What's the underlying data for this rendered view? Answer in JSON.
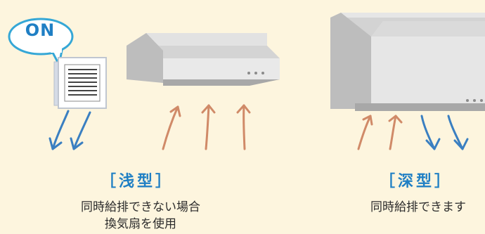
{
  "shallow": {
    "badge": "ON",
    "title": "［浅型］",
    "desc_line1": "同時給排できない場合",
    "desc_line2": "換気扇を使用"
  },
  "deep": {
    "title": "［深型］",
    "desc_line1": "同時給排できます"
  },
  "colors": {
    "background": "#fdf5de",
    "title_blue": "#1f7fc4",
    "arrow_brown": "#d08a68",
    "arrow_blue": "#3a7fc1",
    "hood_gray": "#c9c9c9"
  }
}
